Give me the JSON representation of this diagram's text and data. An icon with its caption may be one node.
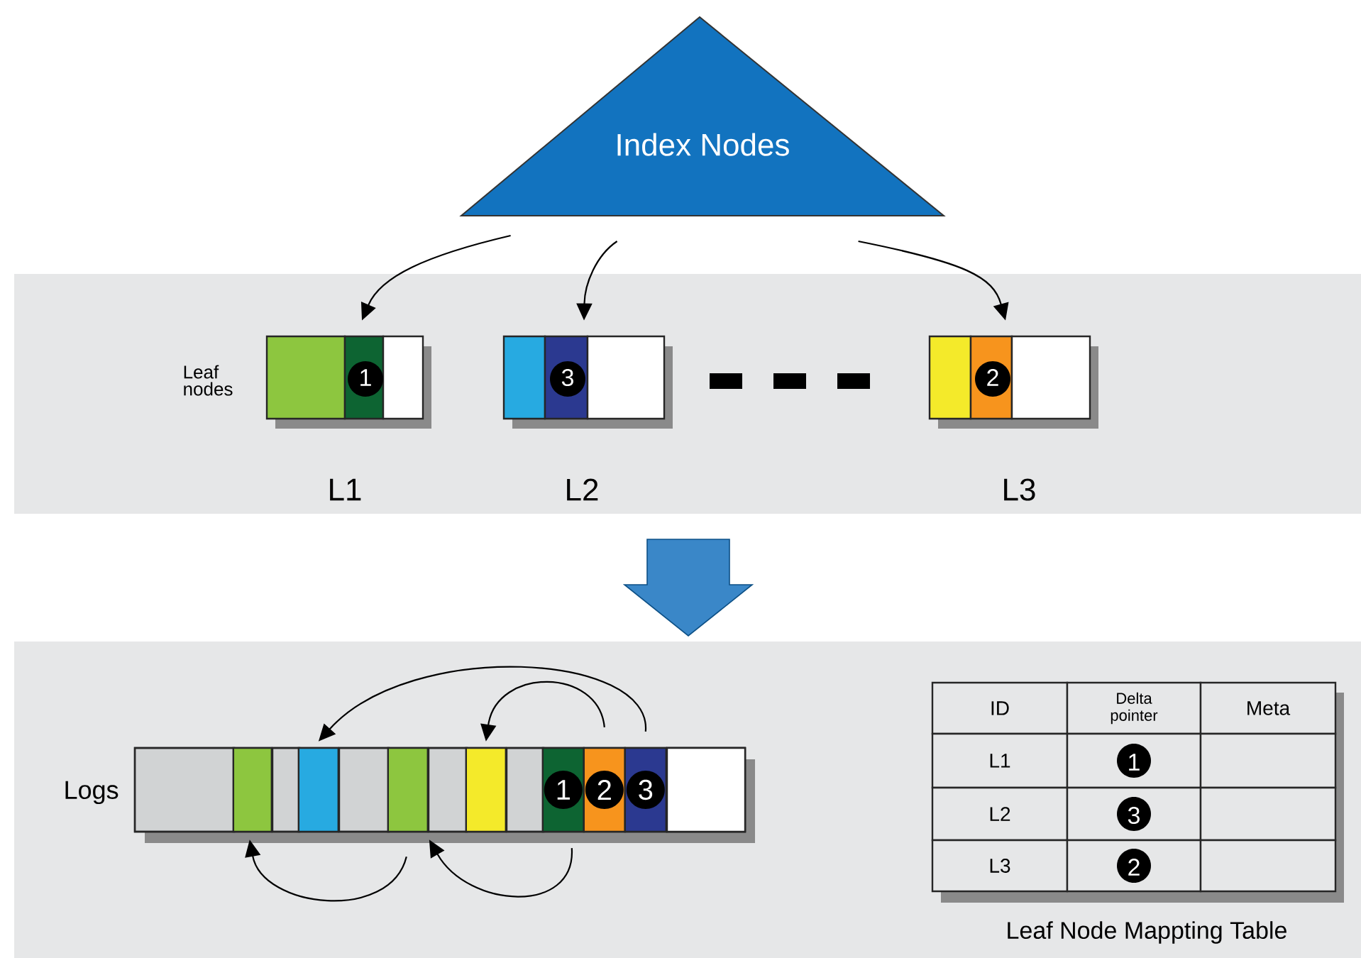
{
  "diagram": {
    "nodes": [
      {
        "text": [
          "Index Nodes"
        ]
      },
      {
        "text": [
          "1"
        ],
        "beside": [
          "L1"
        ]
      },
      {
        "text": [
          "3"
        ],
        "beside": [
          "L2"
        ]
      },
      {
        "text": [
          "2"
        ],
        "beside": [
          "L3"
        ]
      },
      {
        "text": [],
        "shape": "bar",
        "beside": [
          "Logs"
        ]
      },
      {
        "text": [],
        "shape": "box",
        "in": 4
      },
      {
        "text": [],
        "shape": "box",
        "in": 4
      },
      {
        "text": [],
        "shape": "box",
        "in": 4
      },
      {
        "text": [],
        "shape": "box",
        "in": 4
      },
      {
        "text": [
          "1"
        ],
        "in": 4
      },
      {
        "text": [
          "2"
        ],
        "in": 4
      },
      {
        "text": [
          "3"
        ],
        "in": 4
      }
    ],
    "edges": [
      {
        "from": 0,
        "to": 1,
        "arrow": "to"
      },
      {
        "from": 0,
        "to": 2,
        "arrow": "to"
      },
      {
        "from": 0,
        "to": 3,
        "arrow": "to"
      },
      {
        "from": 11,
        "to": 6,
        "arrow": "to"
      },
      {
        "from": 10,
        "to": 8,
        "arrow": "to"
      },
      {
        "from": 9,
        "to": 7,
        "arrow": "to"
      },
      {
        "from": 7,
        "to": 5,
        "arrow": "to"
      }
    ],
    "labels": [
      "Leaf nodes",
      "ID",
      "Delta pointer",
      "Meta",
      "L1",
      "1",
      "L2",
      "3",
      "L3",
      "2",
      "Leaf Node Mappting Table"
    ]
  }
}
